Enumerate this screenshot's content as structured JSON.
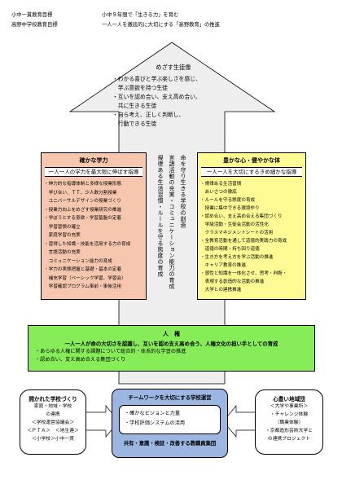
{
  "header": {
    "line1_label": "小中一貫教育目標",
    "line1_text": "小中９年間で「生きる力」を育む",
    "line2_label": "高野中学校教育目標",
    "line2_text": "一人一人を徹底的に大切にする「高野教育」の推進"
  },
  "goal": {
    "title": "めざす生徒像",
    "items": [
      "・わかる喜びと学ぶ楽しさを感じ、",
      "　学ぶ意欲を持つ生徒",
      "・互いを認め合い、支え高め合い、",
      "　共に生きる生徒",
      "・自ら考え、正しく判断し、",
      "　行動できる生徒"
    ]
  },
  "left_box": {
    "title": "確かな学力",
    "bar": "一人一人の学力を最大限に伸ばす指導",
    "items": [
      "・伸力的な指導体制と多様な授業形態",
      "　学び合い、ＴＴ、少人数分割授業",
      "　ユニバーサルデザインの授業づくり",
      "・授業力向上をめざす授業研究の推進",
      "・学ぼうとする意欲・学習基盤の定着",
      "　学習習慣の確立",
      "　家庭学習の充実",
      "・習得した知識・技能を活用する力の育成",
      "　言語活動の充実",
      "　コミュニケーション能力の育成",
      "・学力の実態把握と基礎・基本の定着",
      "　補充学習（ベーシック学習、学習会）",
      "　学習確認プログラム事前・事後活用"
    ]
  },
  "center_vertical": [
    "命を守り生きる学校の創造",
    "言語活動の充実・コミュニケーション能力の育成",
    "規律ある生活習慣・ルールを守る態度の育成"
  ],
  "right_box": {
    "title": "豊かな心・健やかな体",
    "bar": "一人一人を大切にするきめ細かな指導",
    "items": [
      "・規律ある生活習慣",
      "　あいさつの徹底",
      "・ルールを守る態度の育成",
      "　授業に集中できる環境作り",
      "・認め合い、支え高め合える集団づくり",
      "　学級活動・生徒会活動の活性化",
      "　クラスマネジメントシートの活用",
      "・全教育活動を通して道徳的実践力の育成",
      "　道徳の時間・持ち回り道徳",
      "・生き方を考え方を学ぶ活動の推進",
      "　キャリア教育の推進",
      "・感性と知識を一体化させ、思考・判断・",
      "　表現する創造的な活動の推進",
      "　大学との連携推進"
    ]
  },
  "jinken": {
    "title": "人　権",
    "lead": "一人一人が命の大切さを認識し、互いを認め支え高め合う、人権文化の担い手としての育成",
    "items": [
      "・あらゆる人権に関する課題について総合的・体系的な学習の推進",
      "・認め合い、支え高め合える集団づくり"
    ]
  },
  "bottom_left": {
    "title": "開かれた学校づくり",
    "lines": [
      "家庭・地域・学校",
      "の連携",
      "＜学校運営協議会＞",
      "＜ＰＴＡ＞　＜地生連＞",
      "＜小学校＞小中一貫"
    ]
  },
  "bottom_center": {
    "title": "チームワークを大切にする学校運営",
    "items": [
      "・確かなビジョンと力量",
      "・学校評価システムの活用"
    ],
    "footer": "共有・意識・検証・改善する教職員集団"
  },
  "bottom_right": {
    "title": "心豊い地域団",
    "lines": [
      "＜大学や事業所＞",
      "・チャレンジ体験",
      "（職業体験）",
      "・京都造形芸術大学と",
      "の連携プロジェクト"
    ]
  },
  "colors": {
    "left_fill": "#f6c7ae",
    "right_fill": "#fefb95",
    "center_fill": "#efeeee",
    "jinken_fill": "#86ec58",
    "team_fill": "#9ab6e1",
    "team_inner": "#ffffff"
  }
}
